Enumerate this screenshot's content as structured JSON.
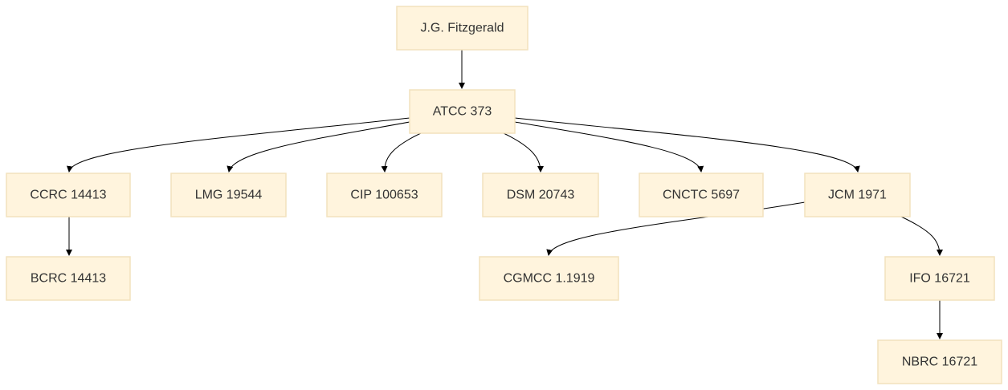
{
  "nodes": [
    {
      "id": "fitzgerald",
      "label": "J.G. Fitzgerald"
    },
    {
      "id": "atcc",
      "label": "ATCC 373"
    },
    {
      "id": "ccrc",
      "label": "CCRC 14413"
    },
    {
      "id": "lmg",
      "label": "LMG 19544"
    },
    {
      "id": "cip",
      "label": "CIP 100653"
    },
    {
      "id": "dsm",
      "label": "DSM 20743"
    },
    {
      "id": "cnctc",
      "label": "CNCTC 5697"
    },
    {
      "id": "jcm",
      "label": "JCM 1971"
    },
    {
      "id": "bcrc",
      "label": "BCRC 14413"
    },
    {
      "id": "cgmcc",
      "label": "CGMCC 1.1919"
    },
    {
      "id": "ifo",
      "label": "IFO 16721"
    },
    {
      "id": "nbrc",
      "label": "NBRC 16721"
    }
  ],
  "edges": [
    {
      "from": "fitzgerald",
      "to": "atcc"
    },
    {
      "from": "atcc",
      "to": "ccrc"
    },
    {
      "from": "atcc",
      "to": "lmg"
    },
    {
      "from": "atcc",
      "to": "cip"
    },
    {
      "from": "atcc",
      "to": "dsm"
    },
    {
      "from": "atcc",
      "to": "cnctc"
    },
    {
      "from": "atcc",
      "to": "jcm"
    },
    {
      "from": "ccrc",
      "to": "bcrc"
    },
    {
      "from": "jcm",
      "to": "cgmcc"
    },
    {
      "from": "jcm",
      "to": "ifo"
    },
    {
      "from": "ifo",
      "to": "nbrc"
    }
  ],
  "colors": {
    "node_fill": "#fff4dd",
    "node_border": "#f2e2bd",
    "edge": "#000000",
    "text": "#333333"
  }
}
